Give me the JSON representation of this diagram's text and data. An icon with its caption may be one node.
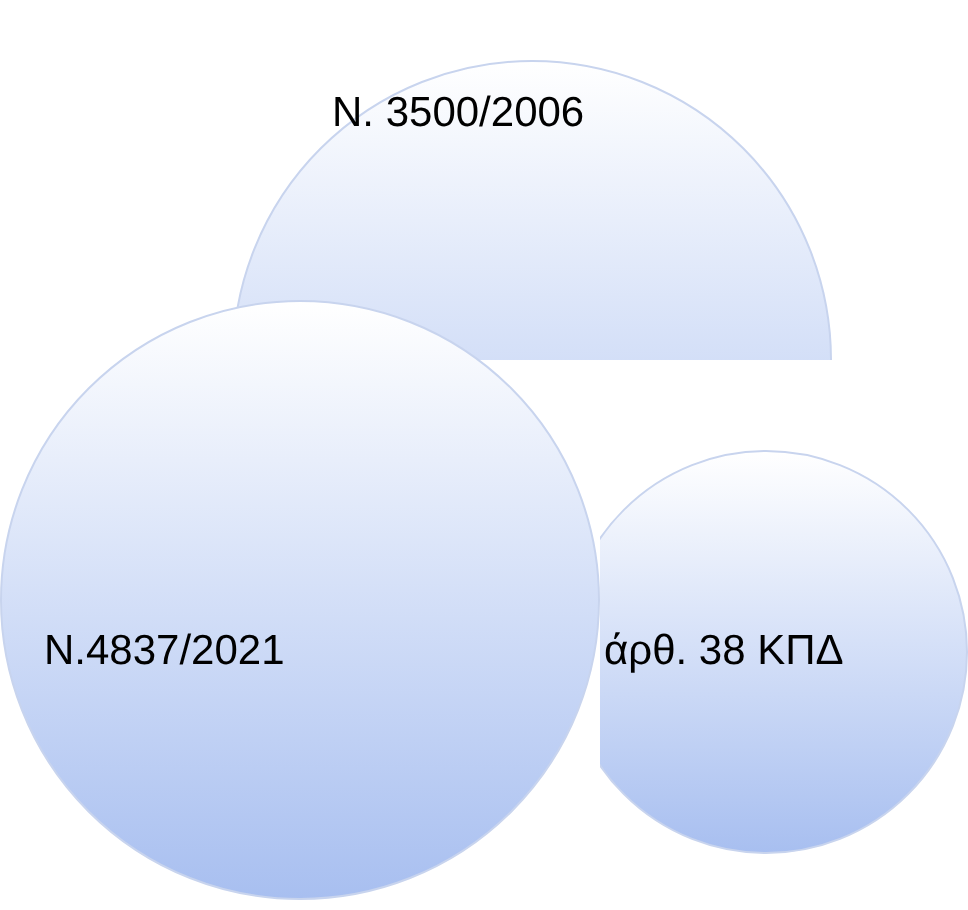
{
  "diagram": {
    "nodes": [
      {
        "text": [
          "Ν. 3500/2006"
        ]
      },
      {
        "text": [
          "Ν.4837/2021"
        ]
      },
      {
        "text": [
          "άρθ. 38 ΚΠΔ"
        ]
      }
    ],
    "edges": []
  }
}
